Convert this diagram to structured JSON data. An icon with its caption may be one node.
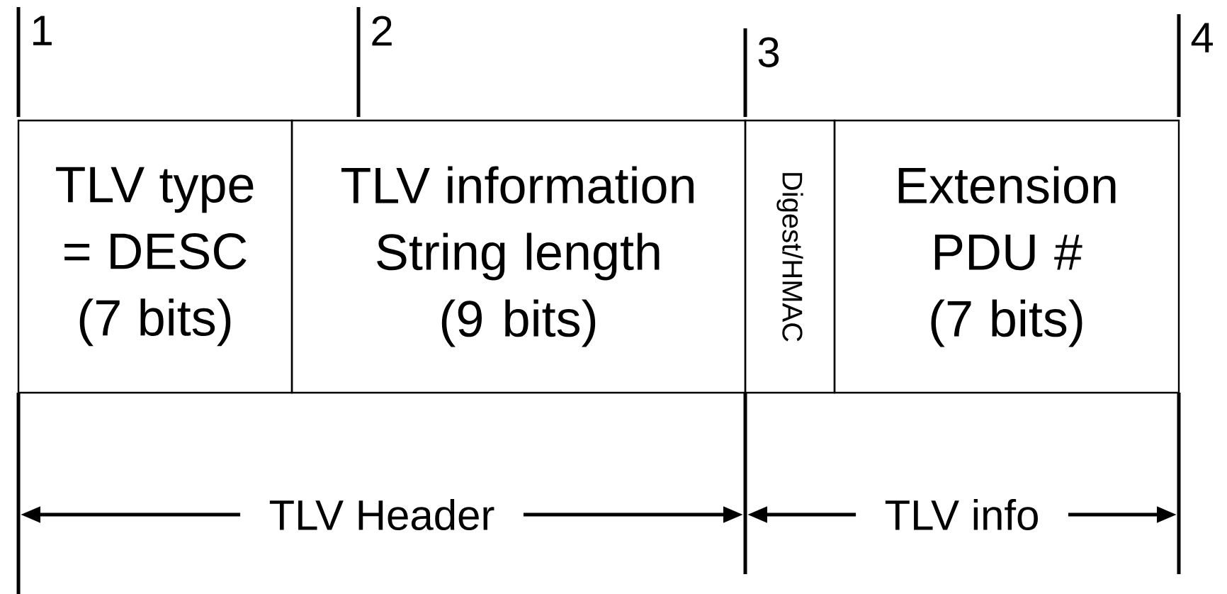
{
  "diagram": {
    "nodes": [
      {
        "text": [
          "TLV type = DESC (7 bits)"
        ],
        "beside": [
          "1"
        ]
      },
      {
        "text": [
          "TLV information String length (9 bits)"
        ],
        "beside": [
          "2"
        ]
      },
      {
        "text": [
          "Digest/HMAC"
        ],
        "beside": [
          "3"
        ]
      },
      {
        "text": [
          "Extension PDU # (7 bits)"
        ],
        "beside": [
          "4"
        ]
      }
    ],
    "labels": [
      "TLV Header",
      "TLV info"
    ]
  }
}
